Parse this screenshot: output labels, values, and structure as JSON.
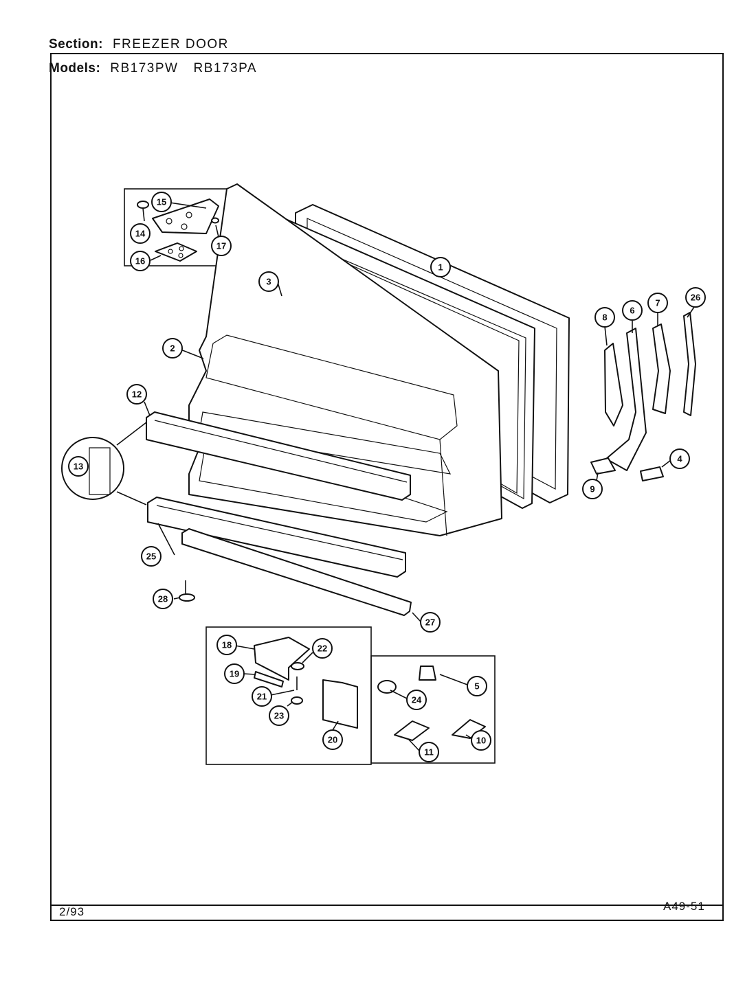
{
  "header": {
    "section_label": "Section:",
    "section_value": "FREEZER DOOR",
    "models_label": "Models:",
    "models": [
      "RB173PW",
      "RB173PA"
    ]
  },
  "footer": {
    "date": "2/93",
    "code": "A49-51"
  },
  "callouts": [
    "1",
    "2",
    "3",
    "4",
    "5",
    "6",
    "7",
    "8",
    "9",
    "10",
    "11",
    "12",
    "13",
    "14",
    "15",
    "16",
    "17",
    "18",
    "19",
    "20",
    "21",
    "22",
    "23",
    "24",
    "25",
    "26",
    "27",
    "28"
  ]
}
